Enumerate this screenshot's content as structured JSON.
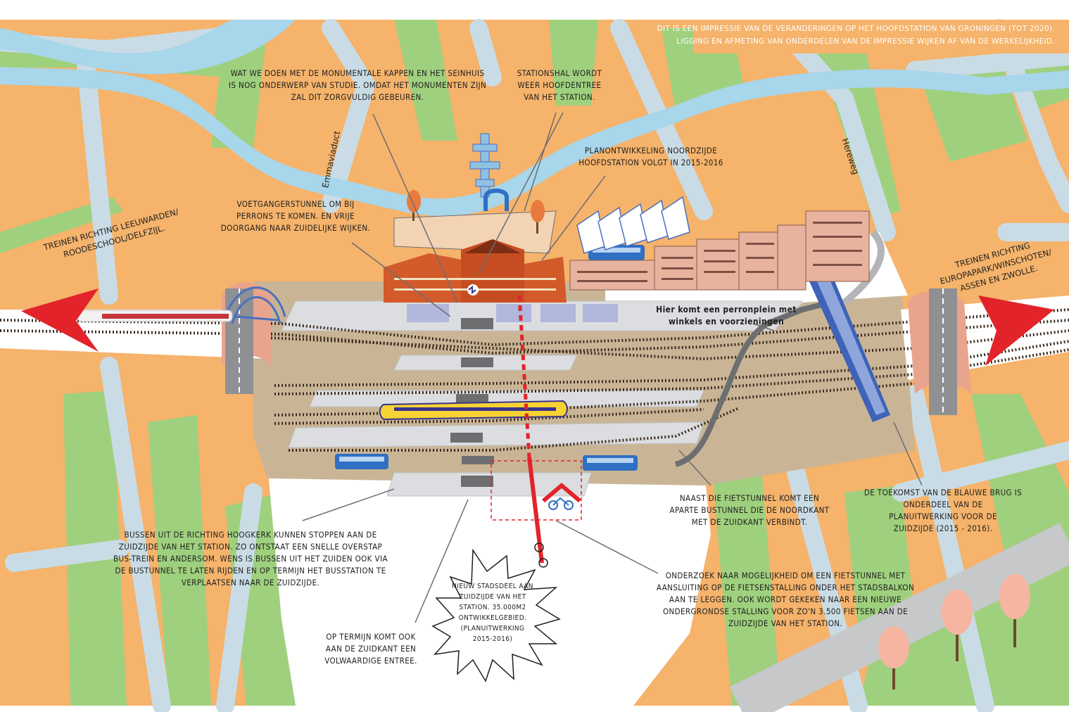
{
  "disclaimer": "DIT IS EEN IMPRESSIE VAN DE VERANDERINGEN OP HET HOOFDSTATION VAN GRONINGEN (TOT 2020).\nLIGGING EN AFMETING VAN ONDERDELEN VAN DE IMPRESSIE WIJKEN AF VAN DE WERKELIJKHEID.",
  "streets": {
    "emmaviaduct": "Emmaviaduct",
    "hereweg": "Hereweg"
  },
  "destinations": {
    "west": "TREINEN RICHTING LEEUWARDEN/\nROODESCHOOL/DELFZIJL.",
    "east": "TREINEN RICHTING\nEUROPAPARK/WINSCHOTEN/\nASSEN EN ZWOLLE."
  },
  "annotations": {
    "monumental": "WAT WE DOEN MET DE MONUMENTALE KAPPEN EN HET SEINHUIS\nIS NOG ONDERWERP VAN STUDIE. OMDAT HET MONUMENTEN ZIJN\nZAL DIT ZORGVULDIG GEBEUREN.",
    "stationshal": "STATIONSHAL WORDT\nWEER HOOFDENTREE\nVAN HET STATION.",
    "planontwikkeling": "PLANONTWIKKELING NOORDZIJDE\nHOOFDSTATION VOLGT IN 2015-2016",
    "voetganger": "VOETGANGERSTUNNEL OM BIJ\nPERRONS TE KOMEN. EN VRIJE\nDOORGANG NAAR ZUIDELIJKE WIJKEN.",
    "perronplein": "Hier komt een perronplein met\nwinkels en voorzieningen",
    "bussen": "BUSSEN UIT DE RICHTING HOOGKERK KUNNEN STOPPEN AAN  DE\nZUIDZIJDE VAN HET STATION. ZO ONTSTAAT EEN SNELLE OVERSTAP\nBUS-TREIN EN ANDERSOM. WENS IS BUSSEN UIT HET ZUIDEN OOK VIA\nDE BUSTUNNEL TE LATEN RIJDEN EN OP TERMIJN HET BUSSTATION TE\nVERPLAATSEN NAAR DE ZUIDZIJDE.",
    "entree": "OP TERMIJN KOMT OOK\nAAN DE ZUIDKANT EEN\nVOLWAARDIGE ENTREE.",
    "stadsdeel": "NIEUW STADSDEEL AAN\nZUIDZIJDE VAN HET\nSTATION. 35.000M2\nONTWIKKELGEBIED.\n(PLANUITWERKING\n2015-2016)",
    "bustunnel": "NAAST DIE FIETSTUNNEL KOMT EEN\nAPARTE BUSTUNNEL DIE DE NOORDKANT\nMET DE ZUIDKANT VERBINDT.",
    "fietstunnel": "ONDERZOEK NAAR MOGELIJKHEID OM EEN FIETSTUNNEL MET\nAANSLUITING OP DE FIETSENSTALLING ONDER HET STADSBALKON\nAAN TE LEGGEN. OOK WORDT GEKEKEN NAAR EEN NIEUWE\nONDERGRONDSE STALLING VOOR ZO'N 3.500 FIETSEN AAN DE\nZUIDZIJDE VAN HET STATION.",
    "blauwebrug": "DE TOEKOMST VAN DE BLAUWE BRUG IS\nONDERDEEL VAN DE\nPLANUITWERKING VOOR DE\nZUIDZIJDE (2015 - 2016)."
  },
  "icons": [
    "ns-logo-icon",
    "bicycle-icon",
    "bicycle-parking-icon",
    "arrow-west-icon",
    "arrow-east-icon"
  ],
  "colors": {
    "block": "#f5b36b",
    "green": "#9fd07e",
    "street": "#c9dce6",
    "water": "#a8d6ea",
    "ground": "#c9b596",
    "platform": "#dcdde0",
    "rail": "#3a2a1e",
    "bus": "#2f6fc4",
    "arrow": "#e3232a",
    "station": "#d35a2a",
    "offices": "#e7b39e",
    "bridge": "#4a6fc0",
    "tunnel": "#e3232a",
    "banner": "#f5b36b"
  }
}
